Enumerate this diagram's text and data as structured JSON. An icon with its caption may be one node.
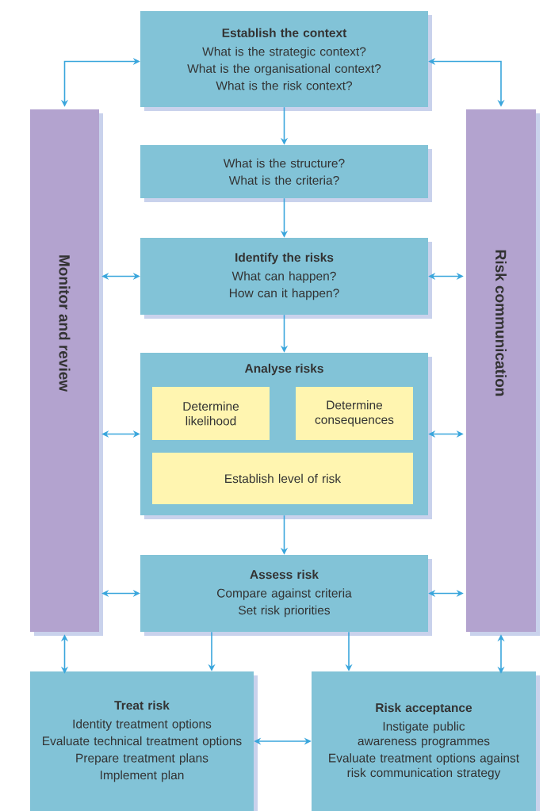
{
  "diagram": {
    "nodes": [
      {
        "text": [
          "Establish the context",
          "What is the strategic context?",
          "What is the organisational context?",
          "What is the risk context?"
        ]
      },
      {
        "text": [
          "Monitor and review"
        ]
      },
      {
        "text": [
          "Risk communication"
        ]
      },
      {
        "text": [
          "What is the structure?",
          "What is the criteria?"
        ]
      },
      {
        "text": [
          "Identify the risks",
          "What can happen?",
          "How can it happen?"
        ]
      },
      {
        "text": [
          "Analyse risks"
        ]
      },
      {
        "text": [
          "Determine likelihood"
        ],
        "in": 5
      },
      {
        "text": [
          "Determine consequences"
        ],
        "in": 5
      },
      {
        "text": [
          "Establish level of risk"
        ],
        "in": 5
      },
      {
        "text": [
          "Assess risk",
          "Compare against criteria",
          "Set risk priorities"
        ]
      },
      {
        "text": [
          "Treat risk",
          "Identity treatment options",
          "Evaluate technical treatment options",
          "Prepare treatment plans",
          "Implement plan"
        ]
      },
      {
        "text": [
          "Risk acceptance",
          "Instigate public awareness programmes",
          "Evaluate treatment options against risk communication strategy"
        ]
      }
    ],
    "edges": [
      {
        "from": 0,
        "to": 1,
        "arrow": "both"
      },
      {
        "from": 0,
        "to": 2,
        "arrow": "both"
      },
      {
        "from": 0,
        "to": 3,
        "arrow": "to"
      },
      {
        "from": 3,
        "to": 4,
        "arrow": "to"
      },
      {
        "from": 4,
        "to": 5,
        "arrow": "to"
      },
      {
        "from": 5,
        "to": 9,
        "arrow": "to"
      },
      {
        "from": 1,
        "to": 4,
        "arrow": "both"
      },
      {
        "from": 4,
        "to": 2,
        "arrow": "both"
      },
      {
        "from": 1,
        "to": 5,
        "arrow": "both"
      },
      {
        "from": 5,
        "to": 2,
        "arrow": "both"
      },
      {
        "from": 1,
        "to": 9,
        "arrow": "both"
      },
      {
        "from": 9,
        "to": 2,
        "arrow": "both"
      },
      {
        "from": 9,
        "to": 10,
        "arrow": "to"
      },
      {
        "from": 9,
        "to": 11,
        "arrow": "to"
      },
      {
        "from": 1,
        "to": 10,
        "arrow": "both"
      },
      {
        "from": 2,
        "to": 11,
        "arrow": "both"
      },
      {
        "from": 10,
        "to": 11,
        "arrow": "both"
      }
    ]
  }
}
